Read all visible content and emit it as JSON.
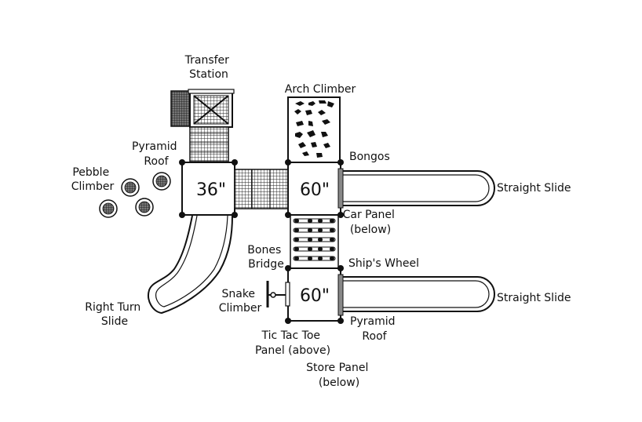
{
  "decks": [
    {
      "id": "deck-36",
      "label": "36\""
    },
    {
      "id": "deck-60-upper",
      "label": "60\""
    },
    {
      "id": "deck-60-lower",
      "label": "60\""
    }
  ],
  "labels": {
    "transfer_station": [
      "Transfer",
      "Station"
    ],
    "arch_climber": [
      "Arch Climber"
    ],
    "pyramid_roof_top": [
      "Pyramid",
      "Roof"
    ],
    "pebble_climber": [
      "Pebble",
      "Climber"
    ],
    "bongos": [
      "Bongos"
    ],
    "straight_slide_top": [
      "Straight Slide"
    ],
    "car_panel": [
      "Car Panel",
      "(below)"
    ],
    "bones_bridge": [
      "Bones",
      "Bridge"
    ],
    "ships_wheel": [
      "Ship's Wheel"
    ],
    "snake_climber": [
      "Snake",
      "Climber"
    ],
    "straight_slide_bottom": [
      "Straight Slide"
    ],
    "right_turn_slide": [
      "Right Turn",
      "Slide"
    ],
    "pyramid_roof_bottom": [
      "Pyramid",
      "Roof"
    ],
    "tic_tac_toe_panel": [
      "Tic Tac Toe",
      "Panel (above)"
    ],
    "store_panel": [
      "Store Panel",
      "(below)"
    ]
  }
}
